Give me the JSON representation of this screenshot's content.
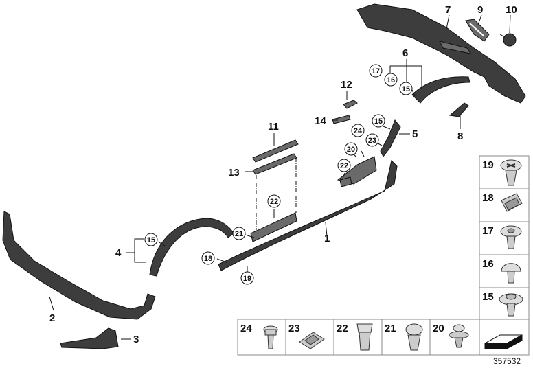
{
  "labels": {
    "l1": "1",
    "l2": "2",
    "l3": "3",
    "l4": "4",
    "l5": "5",
    "l6": "6",
    "l7": "7",
    "l8": "8",
    "l9": "9",
    "l10": "10",
    "l11": "11",
    "l12": "12",
    "l13": "13",
    "l14": "14"
  },
  "circled": {
    "c15a": "15",
    "c15b": "15",
    "c15c": "15",
    "c16": "16",
    "c17": "17",
    "c18": "18",
    "c19": "19",
    "c20": "20",
    "c21": "21",
    "c22a": "22",
    "c22b": "22",
    "c23": "23",
    "c24": "24"
  },
  "fastener_table": {
    "right_column": [
      "19",
      "18",
      "17",
      "16",
      "15"
    ],
    "bottom_row": [
      "24",
      "23",
      "22",
      "21",
      "20"
    ]
  },
  "reference_number": "357532"
}
